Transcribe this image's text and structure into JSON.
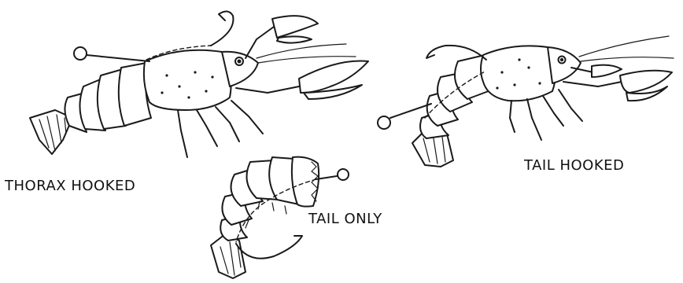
{
  "figures": [
    {
      "id": "thorax",
      "label": "THORAX HOOKED",
      "icon": "crayfish-thorax-hooked-icon"
    },
    {
      "id": "tail",
      "label": "TAIL HOOKED",
      "icon": "crayfish-tail-hooked-icon"
    },
    {
      "id": "tailonly",
      "label": "TAIL ONLY",
      "icon": "crayfish-tail-only-icon"
    }
  ],
  "colors": {
    "ink": "#1a1a1a",
    "background": "#ffffff"
  }
}
